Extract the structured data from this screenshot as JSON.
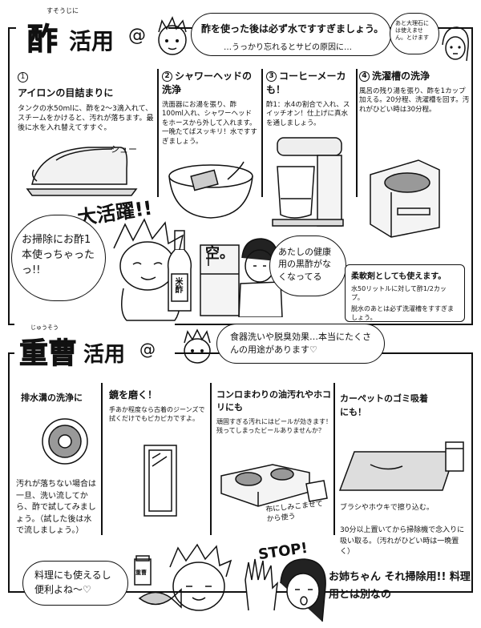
{
  "vinegar": {
    "title_big": "酢",
    "title_rest": "活用",
    "furigana": "すそうじに",
    "header_main": "酢を使った後は必ず水ですすぎましょう。",
    "header_sub": "…うっかり忘れるとサビの原因に…",
    "note": "あと大理石には使えません。とけます",
    "sections": [
      {
        "num": "1",
        "title": "アイロンの目詰まりに",
        "body": "タンクの水50mlに、酢を2～3滴入れて、スチームをかけると、汚れが落ちます。最後に水を入れ替えてすすぐ。"
      },
      {
        "num": "2",
        "title": "シャワーヘッドの洗浄",
        "body": "洗面器にお湯を張り、酢100ml入れ、シャワーヘッドをホースから外して入れます。一晩たてばスッキリ！水ですすぎましょう。"
      },
      {
        "num": "3",
        "title": "コーヒーメーカも！",
        "body": "酢1：水4の割合で入れ、スイッチオン！仕上げに真水を通しましょう。"
      },
      {
        "num": "4",
        "title": "洗濯槽の洗浄",
        "body": "風呂の残り湯を張り、酢を1カップ加える。20分程、洗濯槽を回す。汚れがひどい時は30分程。"
      }
    ],
    "iron_sfx": "シュー",
    "daikatsuyaku": "大活躍!!",
    "speech_left": "お掃除にお酢1本使っちゃったっ!!",
    "bottle_label": "米酢",
    "empty_mark": "空。",
    "speech_right": "あたしの健康用の黒酢がなくなってる",
    "softener_title": "柔軟剤としても使えます。",
    "softener_body": "水50リットルに対して酢1/2カップ。",
    "softener_note": "脱水のあとは必ず洗濯槽をすすぎましょう。"
  },
  "baking_soda": {
    "title_big": "重曹",
    "title_rest": "活用",
    "furigana": "じゅうそう",
    "header": "食器洗いや脱臭効果…本当にたくさんの用途があります♡",
    "sections": [
      {
        "title": "排水溝の洗浄に",
        "body": ""
      },
      {
        "title": "鏡を磨く！",
        "body": "手あか程度なら古着のジーンズで拭くだけでもピカピカですよ。"
      },
      {
        "title": "コンロまわりの油汚れやホコリにも",
        "body": "頑固すぎる汚れにはビールが効きます！残ってしまったビールありませんか？"
      },
      {
        "title": "カーペットのゴミ吸着にも！",
        "body": ""
      }
    ],
    "drain_note": "汚れが落ちない場合は一旦、洗い流してから、酢で試してみましょう。（試した後は水で流しましょう。）",
    "stove_note": "布にしみこませてから使う",
    "carpet_step1": "ブラシやホウキで擦り込む。",
    "carpet_step2": "30分以上置いてから掃除機で念入りに吸い取る。（汚れがひどい時は一晩置く）",
    "cook_bubble": "料理にも使えるし便利よね～♡",
    "jar_label": "重曹",
    "stop": "STOP!",
    "sister_bubble": "お姉ちゃん それ掃除用!! 料理用とは別なの"
  }
}
